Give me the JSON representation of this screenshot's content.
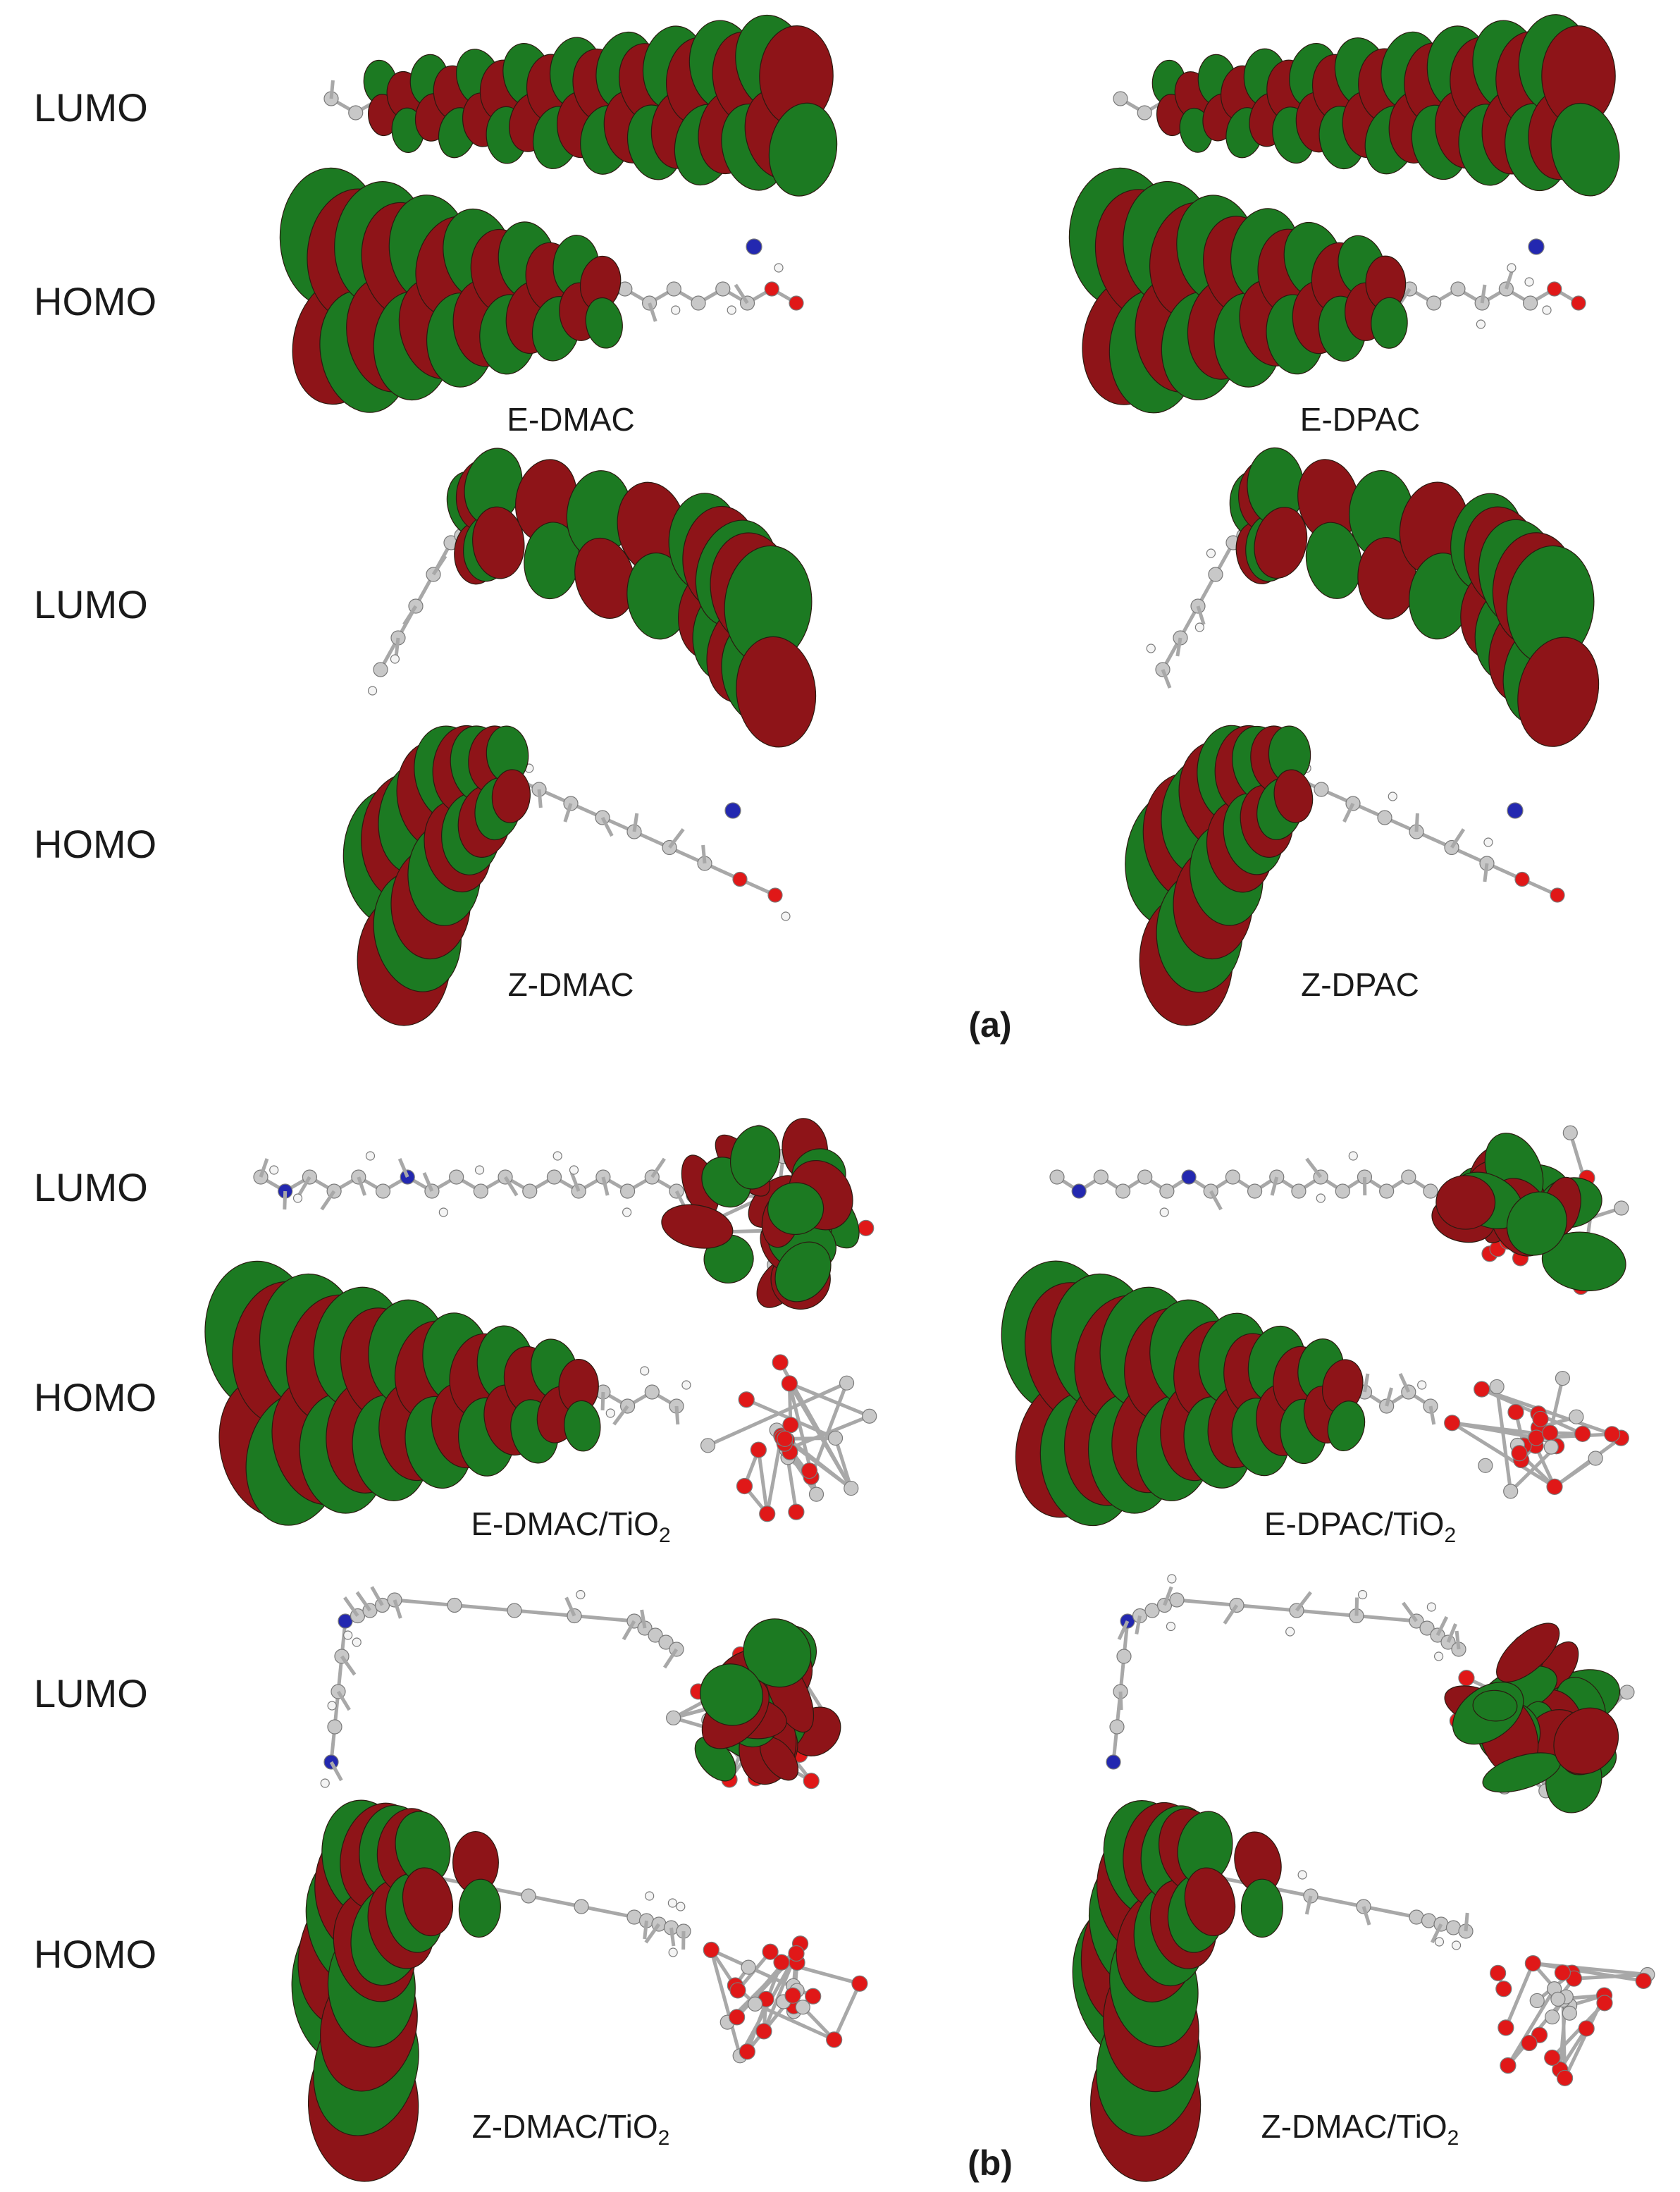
{
  "colors": {
    "positive_lobe": "#1c7a22",
    "negative_lobe": "#8e1418",
    "carbon_atom": "#c8c8c8",
    "hydrogen_atom": "#f4f4f4",
    "nitrogen_atom": "#2328b0",
    "oxygen_atom": "#e01818",
    "bond": "#a8a8a8"
  },
  "panel_a": {
    "label": "(a)",
    "rows": [
      {
        "lumo_label": "LUMO",
        "homo_label": "HOMO",
        "left_caption": "E-DMAC",
        "right_caption": "E-DPAC"
      },
      {
        "lumo_label": "LUMO",
        "homo_label": "HOMO",
        "left_caption": "Z-DMAC",
        "right_caption": "Z-DPAC"
      }
    ]
  },
  "panel_b": {
    "label": "(b)",
    "subscript": "2",
    "rows": [
      {
        "lumo_label": "LUMO",
        "homo_label": "HOMO",
        "left_caption": "E-DMAC/TiO",
        "right_caption": "E-DPAC/TiO"
      },
      {
        "lumo_label": "LUMO",
        "homo_label": "HOMO",
        "left_caption": "Z-DMAC/TiO",
        "right_caption": "Z-DMAC/TiO"
      }
    ]
  }
}
